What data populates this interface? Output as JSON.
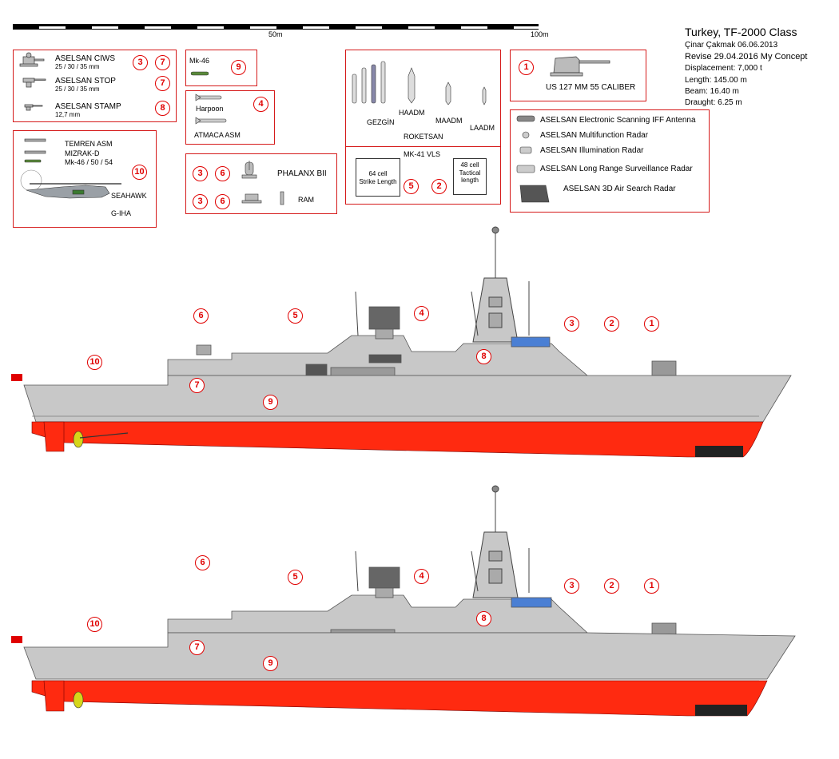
{
  "scale": {
    "label_50": "50m",
    "label_100": "100m"
  },
  "header": {
    "title": "Turkey, TF-2000 Class",
    "author": "Çinar Çakmak 06.06.2013",
    "revise": "Revise 29.04.2016 My Concept",
    "displacement": "Displacement: 7,000 t",
    "length": "Length: 145.00 m",
    "beam": "Beam: 16.40 m",
    "draught": "Draught: 6.25 m"
  },
  "guns_box": {
    "ciws": "ASELSAN CIWS",
    "ciws_cal": "25 / 30 / 35 mm",
    "stop": "ASELSAN STOP",
    "stop_cal": "25 / 30 / 35 mm",
    "stamp": "ASELSAN STAMP",
    "stamp_cal": "12,7 mm",
    "n_ciws_a": "3",
    "n_ciws_b": "7",
    "n_stop": "7",
    "n_stamp": "8"
  },
  "torpedo_box": {
    "label": "Mk-46",
    "n": "9"
  },
  "asm_box": {
    "harpoon": "Harpoon",
    "atmaca": "ATMACA ASM",
    "n": "4"
  },
  "air_box": {
    "temren": "TEMREN ASM",
    "mizrak": "MIZRAK-D",
    "mk46": "Mk-46 / 50 / 54",
    "seahawk": "SEAHAWK",
    "giha": "G-IHA",
    "n": "10"
  },
  "phalanx_box": {
    "phalanx": "PHALANX BII",
    "ram": "RAM",
    "n1": "3",
    "n2": "6",
    "n3": "3",
    "n4": "6"
  },
  "missile_box": {
    "gezgin": "GEZGİN",
    "haadm": "HAADM",
    "maadm": "MAADM",
    "laadm": "LAADM",
    "roketsan": "ROKETSAN"
  },
  "vls_box": {
    "title": "MK-41 VLS",
    "strike": "64 cell\nStrike Length",
    "tactical": "48 cell\nTactical\nlength",
    "n_strike": "5",
    "n_tactical": "2"
  },
  "gun_box": {
    "label": "US 127 MM  55 CALIBER",
    "n": "1"
  },
  "radar_box": {
    "iff": "ASELSAN Electronic Scanning IFF Antenna",
    "mfr": "ASELSAN Multifunction Radar",
    "illum": "ASELSAN Illumination Radar",
    "lrsr": "ASELSAN Long Range Surveillance Radar",
    "search3d": "ASELSAN 3D Air Search Radar"
  },
  "ship_labels": [
    "6",
    "5",
    "4",
    "3",
    "2",
    "1",
    "10",
    "7",
    "9",
    "8"
  ],
  "colors": {
    "hull_upper": "#c8c8c8",
    "hull_lower": "#ff2a10",
    "accent": "#e00000",
    "outline": "#d51a1a"
  }
}
